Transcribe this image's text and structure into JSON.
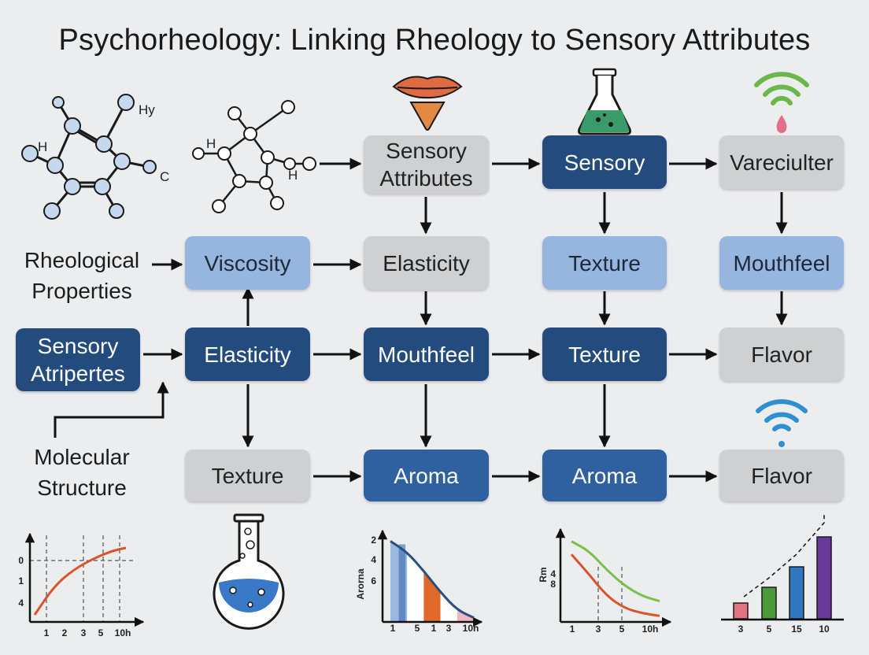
{
  "title": "Psychorheology: Linking Rheology to Sensory Attributes",
  "side_labels": {
    "rheological": "Rheological Properties",
    "molecular": "Molecular Structure"
  },
  "nodes": {
    "r0c2": "Sensory Attributes",
    "r0c3": "Sensory",
    "r0c4": "Vareciulter",
    "r1c1": "Viscosity",
    "r1c2": "Elasticity",
    "r1c3": "Texture",
    "r1c4": "Mouthfeel",
    "r2c0": "Sensory Atripertes",
    "r2c1": "Elasticity",
    "r2c2": "Mouthfeel",
    "r2c3": "Texture",
    "r2c4": "Flavor",
    "r3c1": "Texture",
    "r3c2": "Aroma",
    "r3c3": "Aroma",
    "r3c4": "Flavor"
  },
  "molecule_labels": {
    "hy": "Hy",
    "h1": "H",
    "c": "C",
    "h2": "H",
    "h3": "H"
  },
  "icons": [
    "lips-icon",
    "flask-icon",
    "wifi-drop-icon",
    "wifi-icon",
    "round-flask-icon"
  ],
  "colors": {
    "gray_box": "#cfd0d1",
    "light_blue_box": "#96b6df",
    "dark_blue_box": "#234b7e",
    "mid_blue_box": "#2f60a0",
    "orange_curve": "#d9542a",
    "green_curve": "#7cc04a"
  },
  "chart_data": [
    {
      "type": "line",
      "x_ticks": [
        "1",
        "2",
        "3",
        "5",
        "10h"
      ],
      "y_ticks": [
        "0",
        "1",
        "4"
      ],
      "series": [
        {
          "x": [
            0,
            1,
            2,
            3,
            4,
            4.6
          ],
          "y": [
            0.05,
            0.42,
            0.63,
            0.77,
            0.87,
            0.9
          ]
        }
      ]
    },
    {
      "type": "area",
      "ylabel": "Arorna",
      "x_ticks": [
        "1",
        "5",
        "1",
        "3",
        "10h"
      ],
      "y_ticks": [
        "2",
        "4",
        "6"
      ],
      "series": [
        {
          "x": [
            0,
            1,
            2,
            3,
            4,
            5
          ],
          "y": [
            0.95,
            0.82,
            0.6,
            0.35,
            0.14,
            0.05
          ]
        }
      ]
    },
    {
      "type": "line",
      "ylabel": "Rm",
      "x_ticks": [
        "1",
        "3",
        "5",
        "10h"
      ],
      "y_ticks": [
        "4",
        "8"
      ],
      "series": [
        {
          "x": [
            0,
            1,
            2,
            3,
            4,
            5
          ],
          "y": [
            0.93,
            0.82,
            0.6,
            0.42,
            0.3,
            0.24
          ]
        },
        {
          "x": [
            0,
            1,
            2,
            3,
            4,
            5
          ],
          "y": [
            0.78,
            0.55,
            0.3,
            0.16,
            0.1,
            0.07
          ]
        }
      ]
    },
    {
      "type": "bar",
      "categories": [
        "3",
        "5",
        "15",
        "10"
      ],
      "values": [
        1,
        2,
        3.3,
        5.2
      ],
      "bar_colors": [
        "#e07480",
        "#4a9a3a",
        "#2f78c0",
        "#6a3a9a"
      ],
      "trend": [
        1.4,
        2.6,
        4.1,
        6.1
      ]
    }
  ]
}
